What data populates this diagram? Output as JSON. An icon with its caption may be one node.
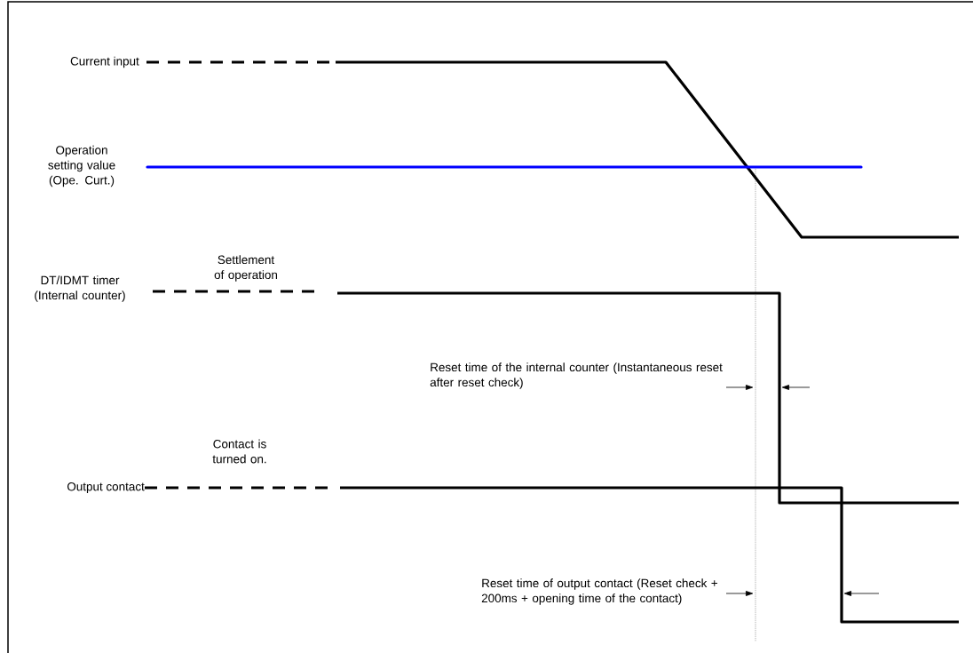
{
  "diagram": {
    "labels": [
      "Current input",
      "Operation setting value (Ope. Curt.)",
      "Settlement of operation",
      "DT/IDMT timer (Internal counter)",
      "Reset time of the internal counter (Instantaneous reset after reset check)",
      "Contact is turned on.",
      "Output contact",
      "Reset time of output contact (Reset check + 200ms + opening  time of the contact)"
    ]
  }
}
